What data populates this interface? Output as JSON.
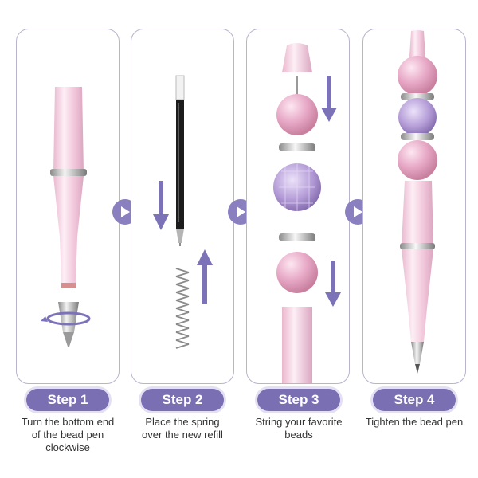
{
  "steps": [
    {
      "label": "Step 1",
      "caption_line1": "Turn the bottom end",
      "caption_line2": "of the bead pen",
      "caption_line3": "clockwise"
    },
    {
      "label": "Step 2",
      "caption_line1": "Place the spring",
      "caption_line2": "over the new refill",
      "caption_line3": ""
    },
    {
      "label": "Step 3",
      "caption_line1": "String your favorite",
      "caption_line2": "beads",
      "caption_line3": ""
    },
    {
      "label": "Step 4",
      "caption_line1": "Tighten the bead pen",
      "caption_line2": "",
      "caption_line3": ""
    }
  ],
  "colors": {
    "accent": "#7a6fb3",
    "panel_border": "#b9b3cc",
    "pen_pink": "#f3cfe0",
    "pearl_pink": "#e7a9c7",
    "crystal_purple": "#b39bd6",
    "arrow_purple": "#7b72b8"
  },
  "icons": [
    "next-arrow-icon",
    "down-arrow-icon",
    "up-arrow-icon",
    "rotate-arrow-icon"
  ]
}
